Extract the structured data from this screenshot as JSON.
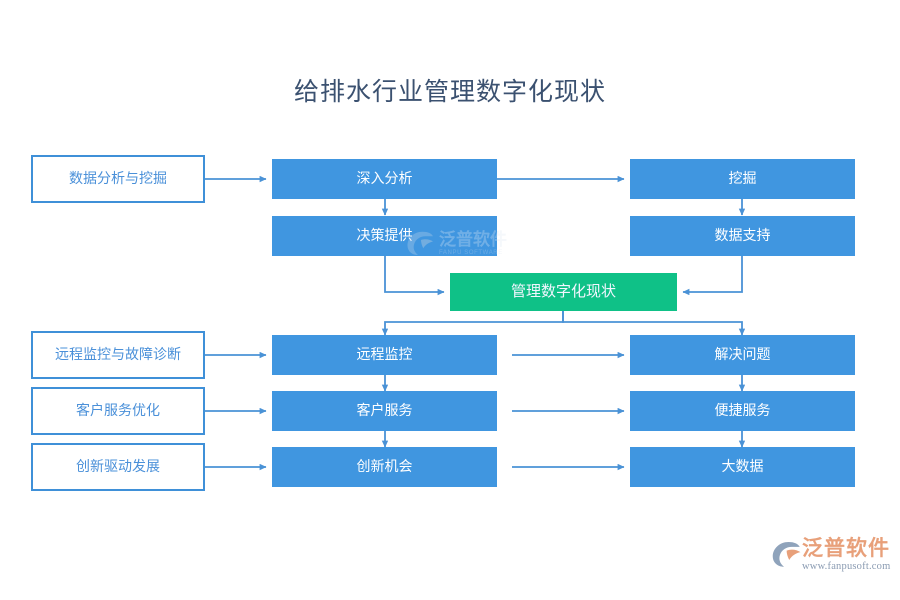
{
  "page": {
    "title": "给排水行业管理数字化现状",
    "background_color": "#ffffff",
    "title_color": "#3b5170"
  },
  "colors": {
    "box_blue_fill": "#4096e0",
    "box_green_fill": "#0fc187",
    "outline_border": "#3f90d8",
    "outline_text": "#4a90d9",
    "connector": "#4a92d6"
  },
  "diagram": {
    "type": "flowchart",
    "center_node": {
      "label": "管理数字化现状",
      "style": "fill-green"
    },
    "categories": [
      {
        "label": "数据分析与挖掘",
        "style": "outline",
        "middle": "深入分析",
        "right": "挖掘"
      },
      {
        "label": "远程监控与故障诊断",
        "style": "outline",
        "middle": "远程监控",
        "right": "解决问题"
      },
      {
        "label": "客户服务优化",
        "style": "outline",
        "middle": "客户服务",
        "right": "便捷服务"
      },
      {
        "label": "创新驱动发展",
        "style": "outline",
        "middle": "创新机会",
        "right": "大数据"
      }
    ],
    "middle_secondary": "决策提供",
    "right_secondary": "数据支持"
  },
  "watermark": {
    "center_cn": "泛普软件",
    "center_en": "FANPU SOFTWARE"
  },
  "logo": {
    "name_cn": "泛普软件",
    "url": "www.fanpusoft.com",
    "name_color": "#e8a07a",
    "url_color": "#8a9bb2"
  }
}
